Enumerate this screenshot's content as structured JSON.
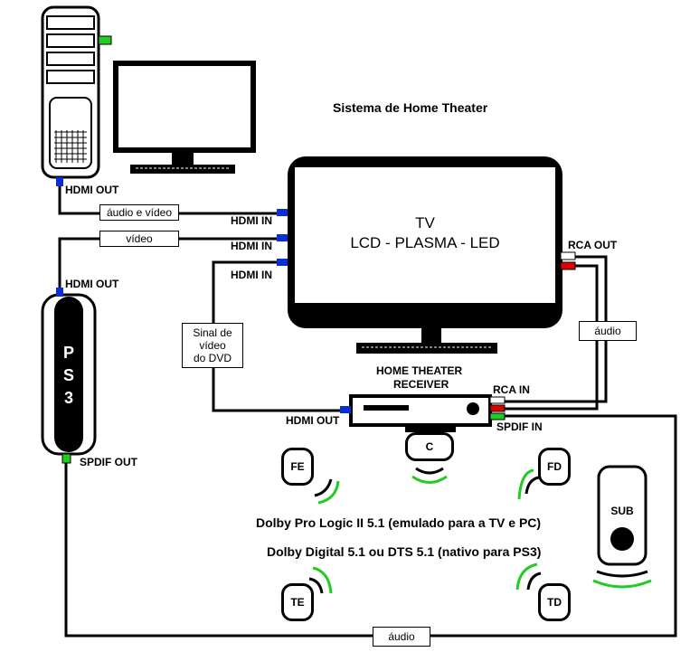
{
  "title": "Sistema de Home Theater",
  "tv": {
    "line1": "TV",
    "line2": "LCD - PLASMA - LED"
  },
  "ps3": {
    "label": "PS3",
    "letters": [
      "P",
      "S",
      "3"
    ]
  },
  "receiver": {
    "title_line1": "HOME THEATER",
    "title_line2": "RECEIVER"
  },
  "ports": {
    "pc_hdmi_out": "HDMI OUT",
    "tv_hdmi_in_1": "HDMI IN",
    "tv_hdmi_in_2": "HDMI IN",
    "tv_hdmi_in_3": "HDMI IN",
    "ps3_hdmi_out": "HDMI OUT",
    "ps3_spdif_out": "SPDIF OUT",
    "tv_rca_out": "RCA OUT",
    "receiver_rca_in": "RCA IN",
    "receiver_spdif_in": "SPDIF IN",
    "receiver_hdmi_out": "HDMI OUT"
  },
  "cables": {
    "audio_video": "áudio e vídeo",
    "video": "vídeo",
    "dvd_signal": [
      "Sinal de",
      "vídeo",
      "do DVD"
    ],
    "tv_audio": "áudio",
    "spdif_audio": "áudio"
  },
  "speakers": {
    "fe": "FE",
    "c": "C",
    "fd": "FD",
    "sub": "SUB",
    "te": "TE",
    "td": "TD"
  },
  "formats": {
    "line1": "Dolby Pro Logic II 5.1 (emulado para a TV e PC)",
    "line2": "Dolby Digital 5.1 ou DTS 5.1 (nativo para PS3)"
  },
  "colors": {
    "hdmi": "#0a2fd6",
    "green": "#22cc22",
    "red": "#dd0000",
    "white": "#ffffff",
    "black": "#000000"
  }
}
